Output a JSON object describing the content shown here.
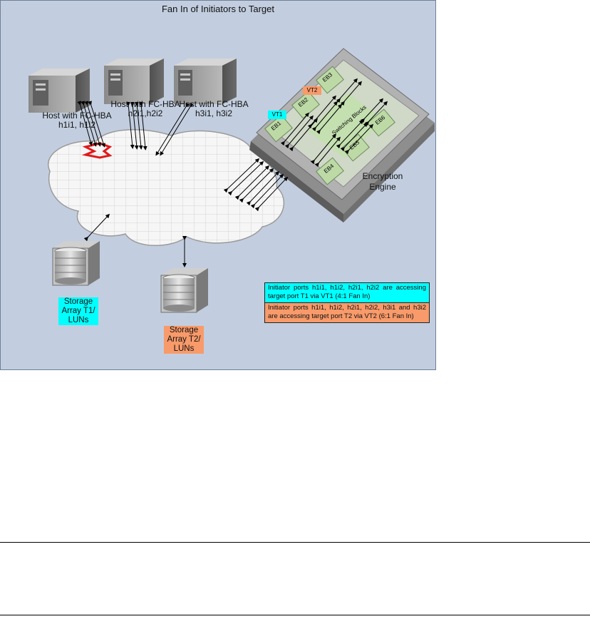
{
  "title": "Fan In of Initiators to Target",
  "hosts": [
    {
      "label": "Host with FC-HBA h1i1, h1i2"
    },
    {
      "label": "Host with FC-HBA h2i1,h2i2"
    },
    {
      "label": "Host with FC-HBA h3i1, h3i2"
    }
  ],
  "engine": {
    "label": "Encryption Engine",
    "switching_label": "Switching Blocks",
    "vt1": "VT1",
    "vt2": "VT2",
    "blades": [
      "EB1",
      "EB2",
      "EB3",
      "EB4",
      "EB5",
      "EB6"
    ]
  },
  "storage": [
    {
      "label": "Storage Array T1/ LUNs",
      "color": "#00ffff"
    },
    {
      "label": "Storage Array T2/ LUNs",
      "color": "#f89a6a"
    }
  ],
  "legend": {
    "vt1_text": "Initiator ports h1i1, h1i2, h2i1, h2i2 are accessing target port T1 via VT1 (4:1 Fan In)",
    "vt2_text": "Initiator ports h1i1, h1i2, h2i1, h2i2, h3i1 and h3i2 are accessing target port T2 via VT2 (6:1 Fan In)"
  },
  "colors": {
    "background": "#c2cedf",
    "vt1": "#00ffff",
    "vt2": "#f89a6a",
    "logo": "#e0191b"
  }
}
